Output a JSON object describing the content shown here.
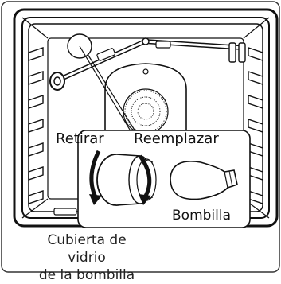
{
  "labels": {
    "remove": "Retirar",
    "replace": "Reemplazar",
    "bulb": "Bombilla",
    "caption_line1": "Cubierta de vidrio",
    "caption_line2": "de la bombilla"
  }
}
